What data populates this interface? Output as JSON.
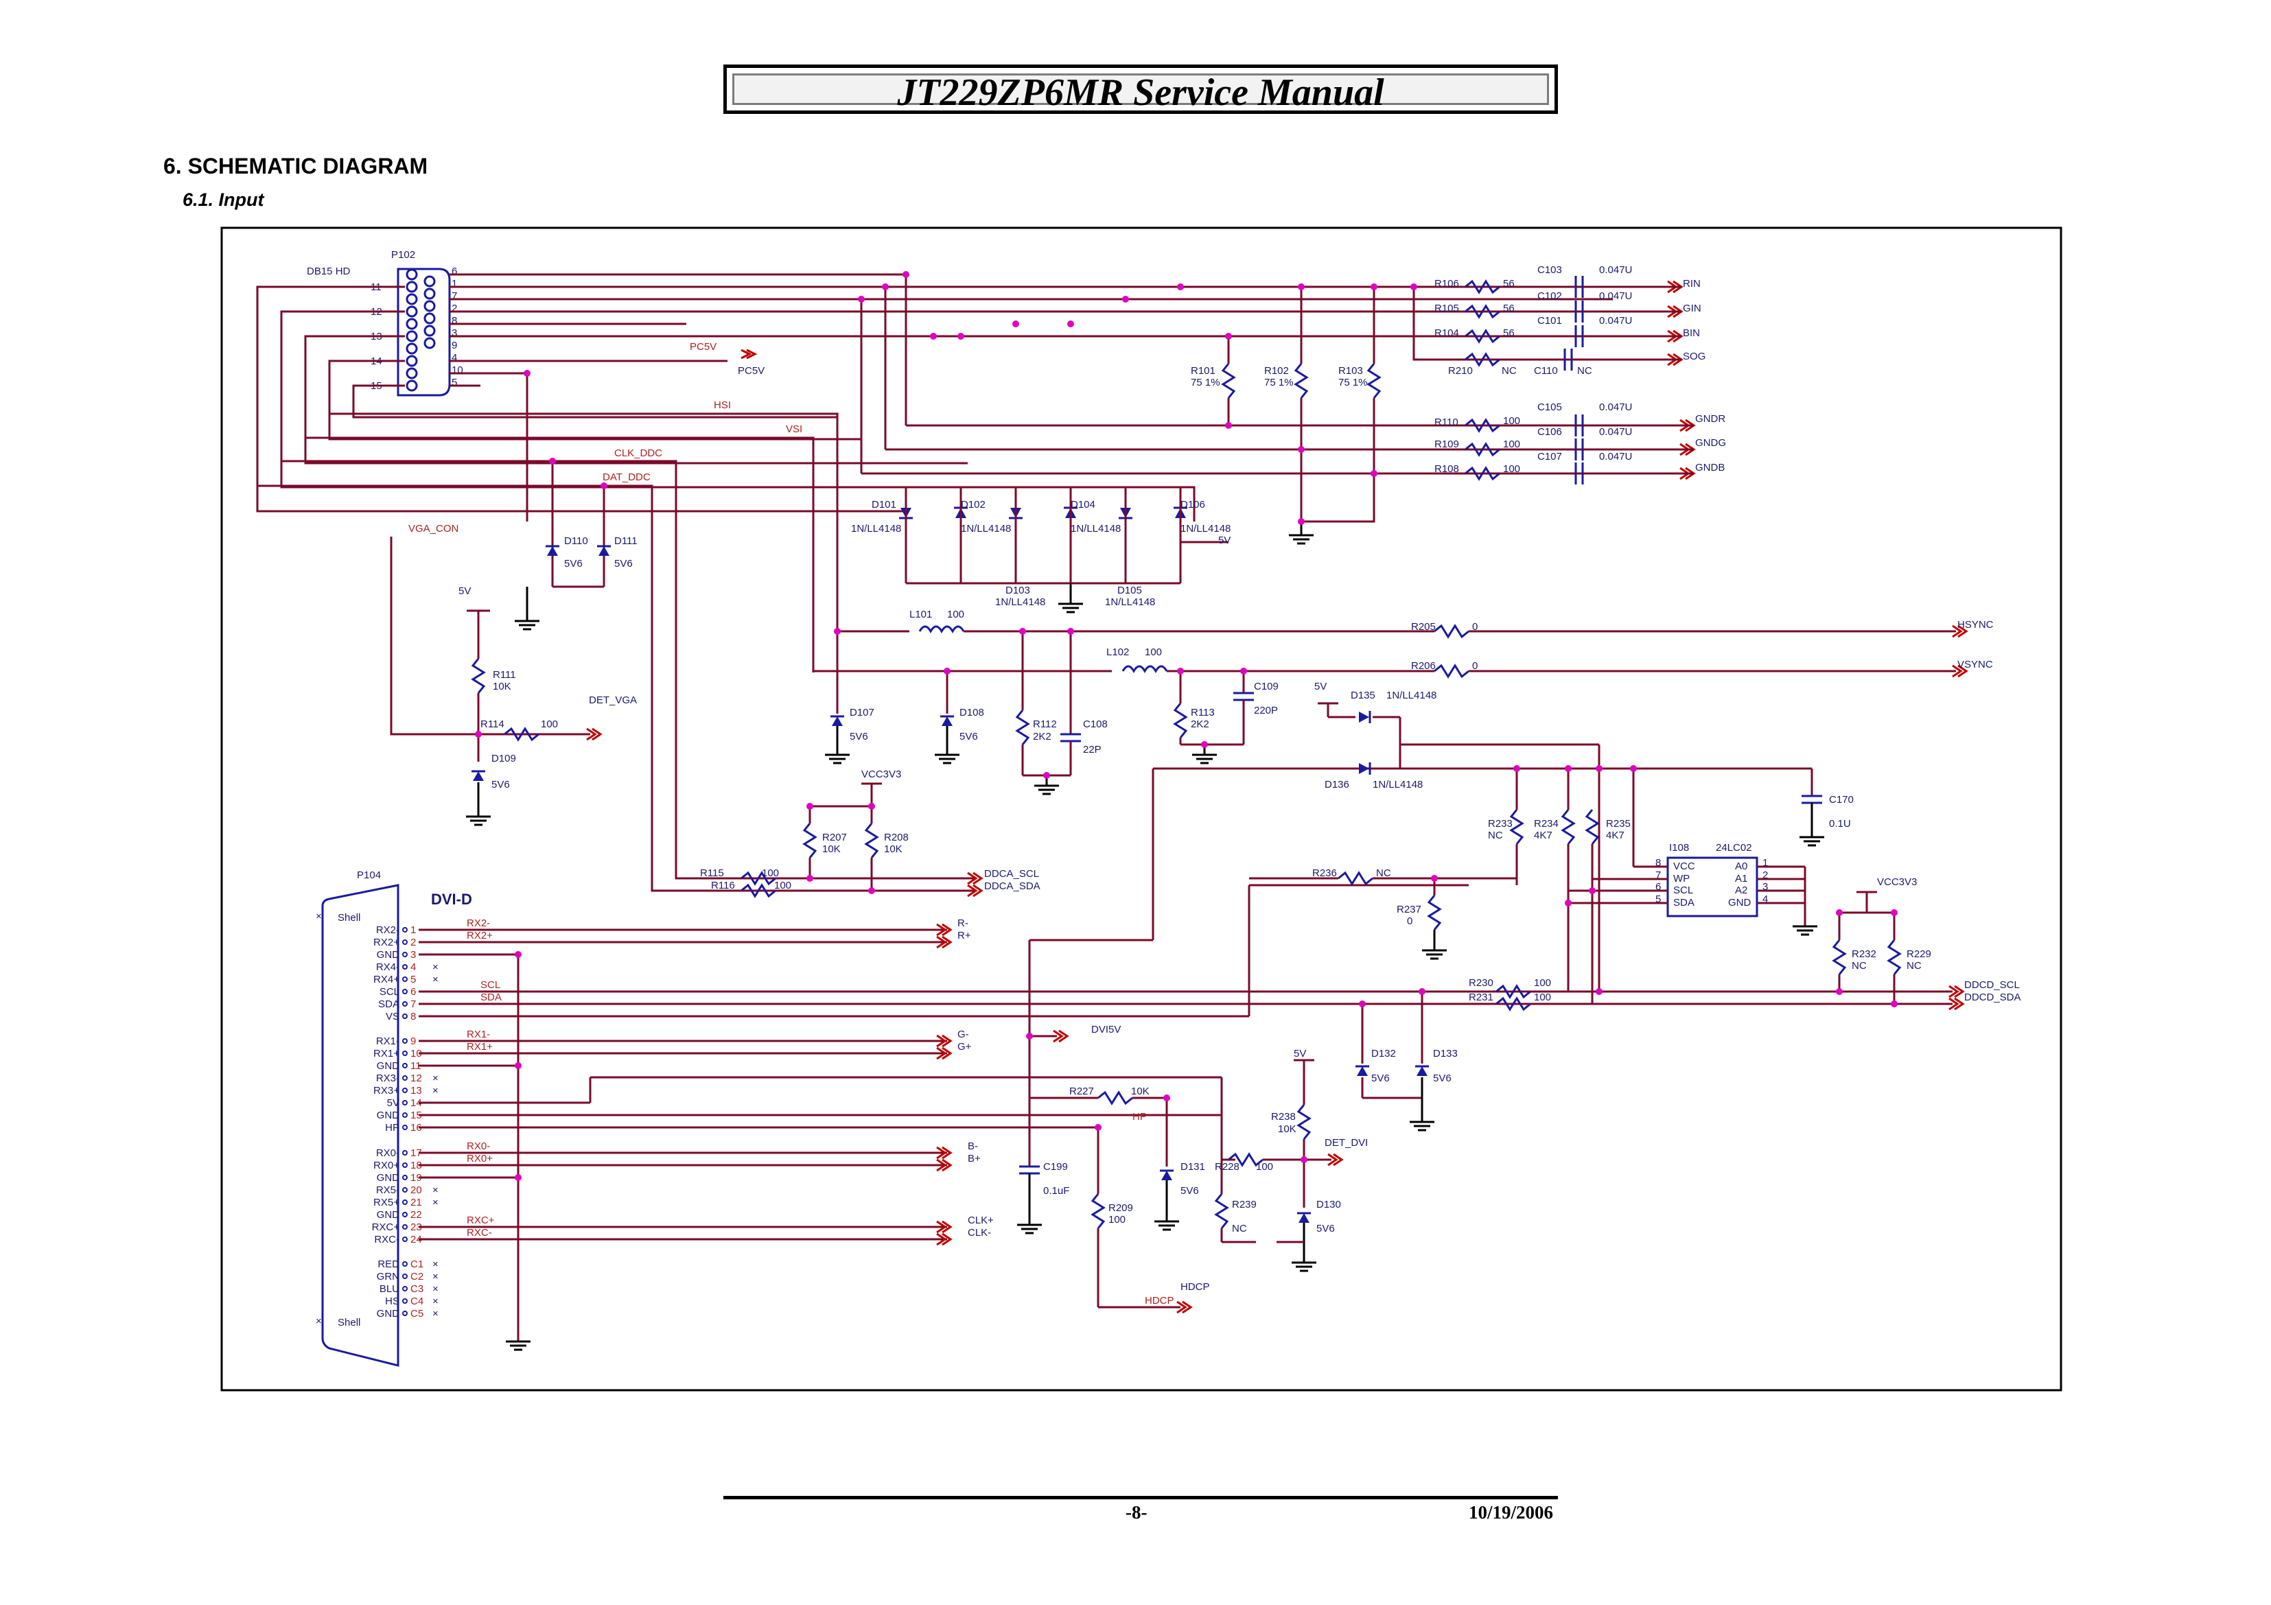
{
  "header": {
    "title": "JT229ZP6MR Service Manual"
  },
  "section": {
    "title": "6. SCHEMATIC DIAGRAM",
    "subtitle": "6.1. Input"
  },
  "footer": {
    "page": "-8-",
    "date": "10/19/2006"
  },
  "schematic": {
    "connector_vga": {
      "ref": "P102",
      "type": "DB15 HD",
      "pins_left": [
        "11",
        "12",
        "13",
        "14",
        "15"
      ],
      "pins_right": [
        "6",
        "1",
        "7",
        "2",
        "8",
        "3",
        "9",
        "4",
        "10",
        "5"
      ]
    },
    "connector_dvi": {
      "ref": "P104",
      "type": "DVI-D",
      "pins": [
        "RX2-",
        "RX2+",
        "GND",
        "RX4-",
        "RX4+",
        "SCL",
        "SDA",
        "VS",
        "RX1-",
        "RX1+",
        "GND",
        "RX3-",
        "RX3+",
        "5V",
        "GND",
        "HP",
        "RX0-",
        "RX0+",
        "GND",
        "RX5-",
        "RX5+",
        "GND",
        "RXC+",
        "RXC-",
        "RED",
        "GRN",
        "BLU",
        "HS",
        "GND"
      ],
      "pin_numbers": [
        "1",
        "2",
        "3",
        "4",
        "5",
        "6",
        "7",
        "8",
        "9",
        "10",
        "11",
        "12",
        "13",
        "14",
        "15",
        "16",
        "17",
        "18",
        "19",
        "20",
        "21",
        "22",
        "23",
        "24",
        "C1",
        "C2",
        "C3",
        "C4",
        "C5"
      ],
      "shell": "Shell"
    },
    "nets": [
      "PC5V",
      "HSI",
      "VSI",
      "CLK_DDC",
      "DAT_DDC",
      "VGA_CON",
      "DET_VGA",
      "DDCA_SCL",
      "DDCA_SDA",
      "RX2-",
      "RX2+",
      "SCL",
      "SDA",
      "RX1-",
      "RX1+",
      "RX0-",
      "RX0+",
      "RXC+",
      "RXC-",
      "HP",
      "DET_DVI",
      "HDCP",
      "DVI5V",
      "VCC3V3",
      "5V"
    ],
    "outputs": [
      "RIN",
      "GIN",
      "BIN",
      "SOG",
      "GNDR",
      "GNDG",
      "GNDB",
      "HSYNC",
      "VSYNC",
      "DDCD_SCL",
      "DDCD_SDA",
      "R-",
      "R+",
      "G-",
      "G+",
      "B-",
      "B+",
      "CLK+",
      "CLK-",
      "PC5V",
      "DDCA_SCL",
      "DDCA_SDA",
      "DET_VGA",
      "DVI5V",
      "DET_DVI",
      "HDCP"
    ],
    "resistors": [
      {
        "ref": "R106",
        "value": "56"
      },
      {
        "ref": "R105",
        "value": "56"
      },
      {
        "ref": "R104",
        "value": "56"
      },
      {
        "ref": "R210",
        "value": "NC"
      },
      {
        "ref": "R110",
        "value": "100"
      },
      {
        "ref": "R109",
        "value": "100"
      },
      {
        "ref": "R108",
        "value": "100"
      },
      {
        "ref": "R101",
        "value": "75 1%"
      },
      {
        "ref": "R102",
        "value": "75 1%"
      },
      {
        "ref": "R103",
        "value": "75 1%"
      },
      {
        "ref": "R205",
        "value": "0"
      },
      {
        "ref": "R206",
        "value": "0"
      },
      {
        "ref": "R111",
        "value": "10K"
      },
      {
        "ref": "R114",
        "value": "100"
      },
      {
        "ref": "R112",
        "value": "2K2"
      },
      {
        "ref": "R113",
        "value": "2K2"
      },
      {
        "ref": "R207",
        "value": "10K"
      },
      {
        "ref": "R208",
        "value": "10K"
      },
      {
        "ref": "R115",
        "value": "100"
      },
      {
        "ref": "R116",
        "value": "100"
      },
      {
        "ref": "R233",
        "value": "NC"
      },
      {
        "ref": "R234",
        "value": "4K7"
      },
      {
        "ref": "R235",
        "value": "4K7"
      },
      {
        "ref": "R236",
        "value": "NC"
      },
      {
        "ref": "R237",
        "value": "0"
      },
      {
        "ref": "R232",
        "value": "NC"
      },
      {
        "ref": "R229",
        "value": "NC"
      },
      {
        "ref": "R230",
        "value": "100"
      },
      {
        "ref": "R231",
        "value": "100"
      },
      {
        "ref": "R227",
        "value": "10K"
      },
      {
        "ref": "R238",
        "value": "10K"
      },
      {
        "ref": "R228",
        "value": "100"
      },
      {
        "ref": "R239",
        "value": "NC"
      },
      {
        "ref": "R209",
        "value": "100"
      }
    ],
    "capacitors": [
      {
        "ref": "C103",
        "value": "0.047U"
      },
      {
        "ref": "C102",
        "value": "0.047U"
      },
      {
        "ref": "C101",
        "value": "0.047U"
      },
      {
        "ref": "C110",
        "value": "NC"
      },
      {
        "ref": "C105",
        "value": "0.047U"
      },
      {
        "ref": "C106",
        "value": "0.047U"
      },
      {
        "ref": "C107",
        "value": "0.047U"
      },
      {
        "ref": "C109",
        "value": "220P"
      },
      {
        "ref": "C108",
        "value": "22P"
      },
      {
        "ref": "C170",
        "value": "0.1U"
      },
      {
        "ref": "C199",
        "value": "0.1uF"
      }
    ],
    "inductors": [
      {
        "ref": "L101",
        "value": "100"
      },
      {
        "ref": "L102",
        "value": "100"
      }
    ],
    "diodes": [
      {
        "ref": "D101",
        "value": "1N/LL4148"
      },
      {
        "ref": "D102",
        "value": "1N/LL4148"
      },
      {
        "ref": "D103",
        "value": "1N/LL4148"
      },
      {
        "ref": "D104",
        "value": "1N/LL4148"
      },
      {
        "ref": "D105",
        "value": "1N/LL4148"
      },
      {
        "ref": "D106",
        "value": "1N/LL4148"
      },
      {
        "ref": "D110",
        "value": "5V6"
      },
      {
        "ref": "D111",
        "value": "5V6"
      },
      {
        "ref": "D107",
        "value": "5V6"
      },
      {
        "ref": "D108",
        "value": "5V6"
      },
      {
        "ref": "D109",
        "value": "5V6"
      },
      {
        "ref": "D135",
        "value": "1N/LL4148"
      },
      {
        "ref": "D136",
        "value": "1N/LL4148"
      },
      {
        "ref": "D132",
        "value": "5V6"
      },
      {
        "ref": "D133",
        "value": "5V6"
      },
      {
        "ref": "D131",
        "value": "5V6"
      },
      {
        "ref": "D130",
        "value": "5V6"
      }
    ],
    "ic": {
      "ref": "I108",
      "part": "24LC02",
      "pins_left": [
        "VCC",
        "WP",
        "SCL",
        "SDA"
      ],
      "pins_right": [
        "A0",
        "A1",
        "A2",
        "GND"
      ],
      "left_nums": [
        "8",
        "7",
        "6",
        "5"
      ],
      "right_nums": [
        "1",
        "2",
        "3",
        "4"
      ]
    },
    "misc": {
      "v5": "5V",
      "vcc": "VCC3V3",
      "pin_labels_one": "1",
      "pin_labels_two": "2"
    }
  }
}
